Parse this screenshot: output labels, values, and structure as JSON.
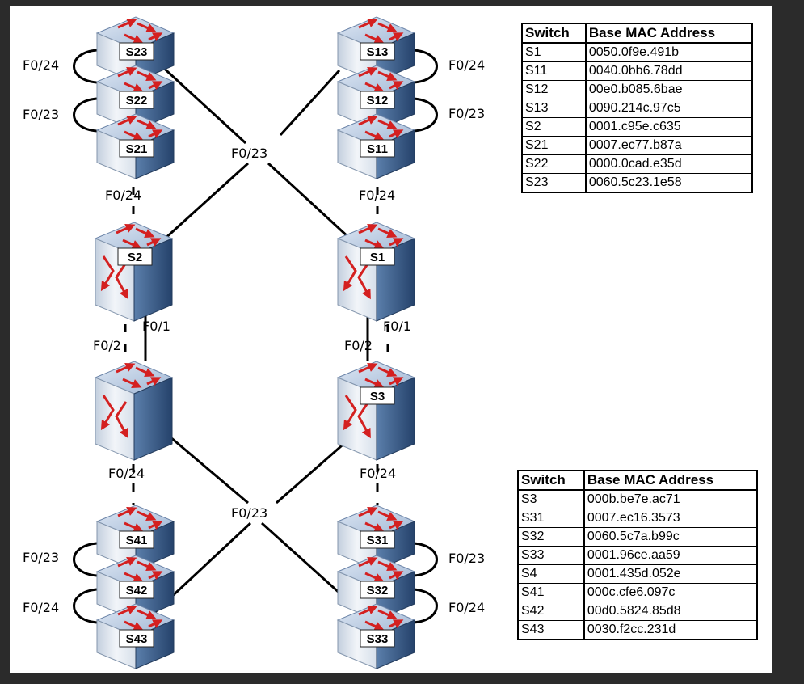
{
  "switches": {
    "s23": "S23",
    "s22": "S22",
    "s21": "S21",
    "s13": "S13",
    "s12": "S12",
    "s11": "S11",
    "s2": "S2",
    "s1": "S1",
    "s4": "",
    "s3": "S3",
    "s41": "S41",
    "s42": "S42",
    "s43": "S43",
    "s31": "S31",
    "s32": "S32",
    "s33": "S33"
  },
  "ports": {
    "tl_f024": "F0/24",
    "tl_f023": "F0/23",
    "tr_f024": "F0/24",
    "tr_f023": "F0/23",
    "top_cross": "F0/23",
    "s21_down": "F0/24",
    "s11_down": "F0/24",
    "s2_f01": "F0/1",
    "s4_f02": "F0/2",
    "s1_f01": "F0/1",
    "s3_f02": "F0/2",
    "s4_down": "F0/24",
    "s3_down": "F0/24",
    "bottom_cross": "F0/23",
    "bl_f023": "F0/23",
    "bl_f024": "F0/24",
    "br_f023": "F0/23",
    "br_f024": "F0/24"
  },
  "table1": {
    "header": [
      "Switch",
      "Base MAC Address"
    ],
    "rows": [
      [
        "S1",
        "0050.0f9e.491b"
      ],
      [
        "S11",
        "0040.0bb6.78dd"
      ],
      [
        "S12",
        "00e0.b085.6bae"
      ],
      [
        "S13",
        "0090.214c.97c5"
      ],
      [
        "S2",
        "0001.c95e.c635"
      ],
      [
        "S21",
        "0007.ec77.b87a"
      ],
      [
        "S22",
        "0000.0cad.e35d"
      ],
      [
        "S23",
        "0060.5c23.1e58"
      ]
    ]
  },
  "table2": {
    "header": [
      "Switch",
      "Base MAC Address"
    ],
    "rows": [
      [
        "S3",
        "000b.be7e.ac71"
      ],
      [
        "S31",
        "0007.ec16.3573"
      ],
      [
        "S32",
        "0060.5c7a.b99c"
      ],
      [
        "S33",
        "0001.96ce.aa59"
      ],
      [
        "S4",
        "0001.435d.052e"
      ],
      [
        "S41",
        "000c.cfe6.097c"
      ],
      [
        "S42",
        "00d0.5824.85d8"
      ],
      [
        "S43",
        "0030.f2cc.231d"
      ]
    ]
  },
  "colors": {
    "switch_top": "#c6d6ea",
    "switch_front": "#e6edf6",
    "switch_side": "#3f5f8c",
    "arrow": "#d42020",
    "link": "#000000"
  }
}
